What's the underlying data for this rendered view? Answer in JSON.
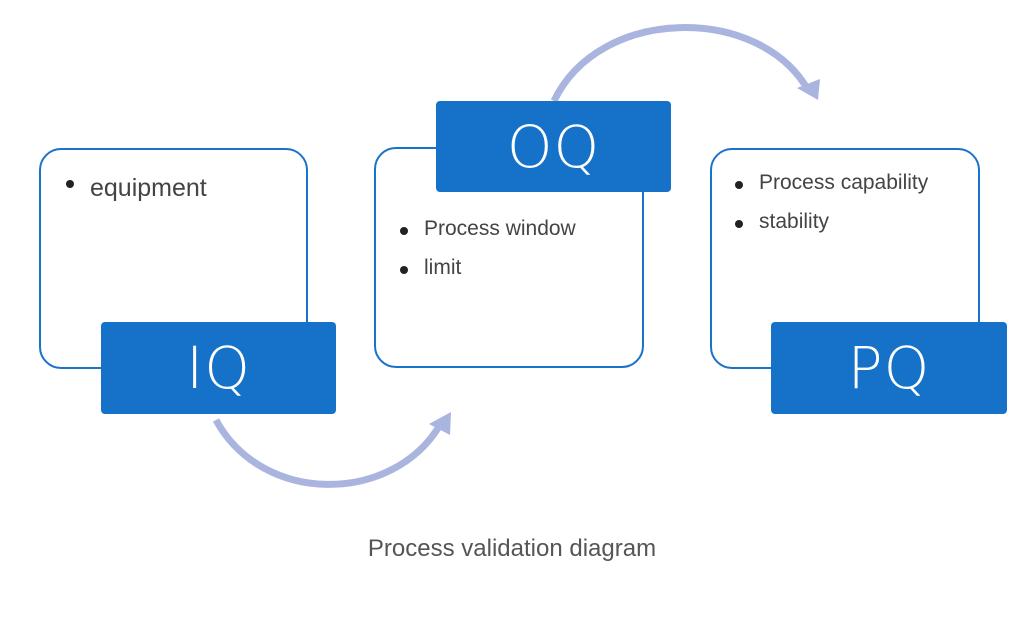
{
  "colors": {
    "tag_fill": "#1672c8",
    "card_border": "#1a72c9",
    "arrow": "#aab5df",
    "bullet_text": "#444444",
    "caption_text": "#555555"
  },
  "stages": {
    "iq": {
      "label": "IQ",
      "items": [
        "equipment"
      ]
    },
    "oq": {
      "label": "OQ",
      "items": [
        "Process window",
        "limit"
      ]
    },
    "pq": {
      "label": "PQ",
      "items": [
        "Process capability",
        "stability"
      ]
    }
  },
  "caption": "Process validation diagram"
}
